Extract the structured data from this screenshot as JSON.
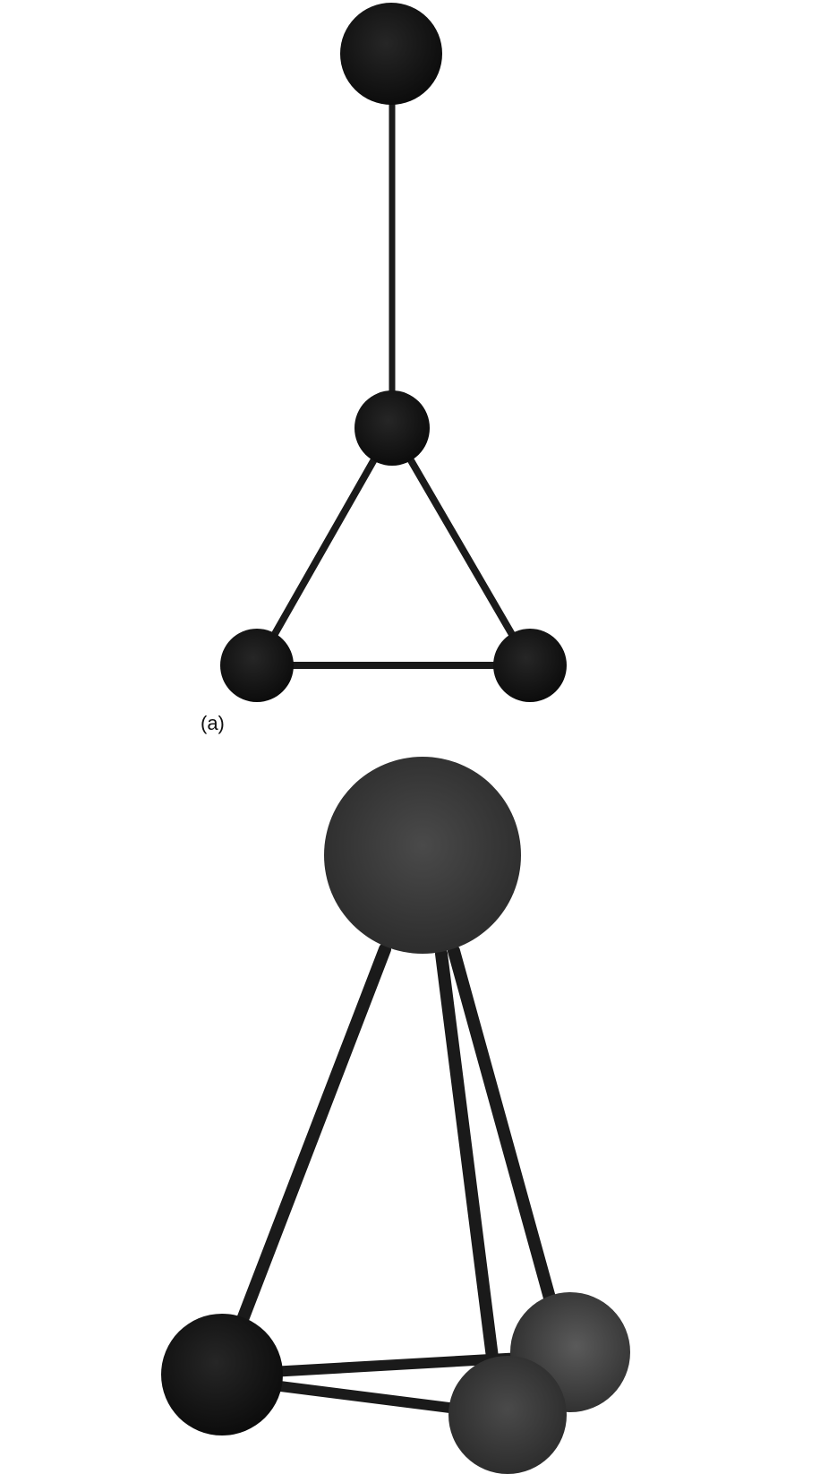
{
  "figure": {
    "panel_a": {
      "label": "(a)",
      "description_nodes": 4,
      "atom_color": "#111111",
      "bond_color": "#1a1a1a"
    },
    "panel_b": {
      "label": "",
      "description_nodes": 4,
      "atom_color": "#3a3a3a",
      "bond_color": "#1a1a1a"
    },
    "background": "#ffffff"
  }
}
